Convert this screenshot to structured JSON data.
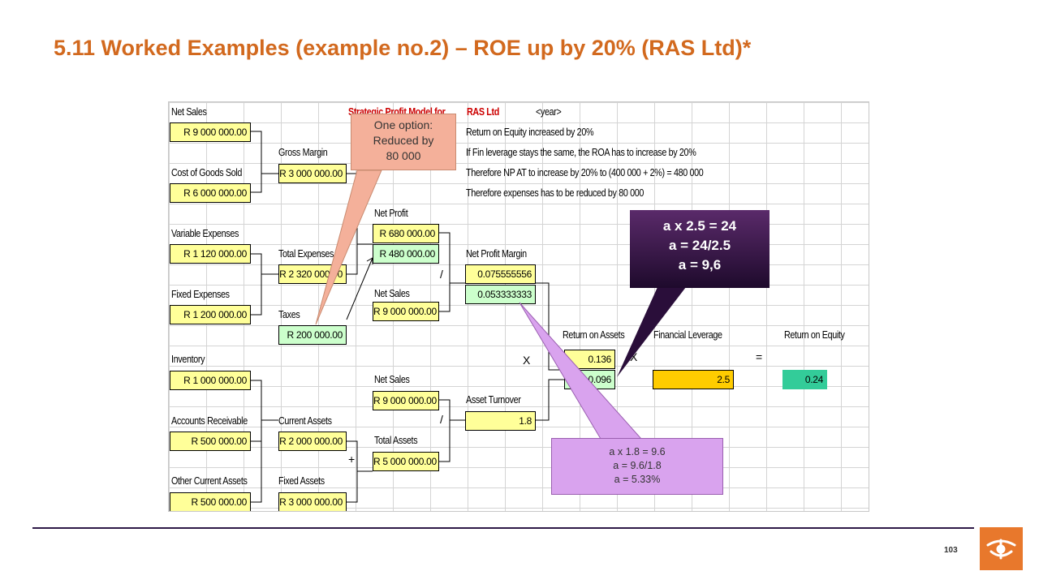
{
  "title": "5.11 Worked Examples (example no.2) – ROE up by 20% (RAS Ltd)*",
  "sheet": {
    "labels": {
      "net_sales": "Net Sales",
      "cost_of_goods_sold": "Cost of Goods Sold",
      "variable_expenses": "Variable Expenses",
      "fixed_expenses": "Fixed Expenses",
      "inventory": "Inventory",
      "accounts_receivable": "Accounts Receivable",
      "other_current_assets": "Other Current Assets",
      "gross_margin": "Gross Margin",
      "total_expenses": "Total Expenses",
      "taxes": "Taxes",
      "current_assets": "Current Assets",
      "fixed_assets": "Fixed Assets",
      "net_profit": "Net Profit",
      "net_sales_2": "Net Sales",
      "net_sales_3": "Net Sales",
      "total_assets": "Total Assets",
      "net_profit_margin": "Net Profit Margin",
      "asset_turnover": "Asset Turnover",
      "return_on_assets": "Return on Assets",
      "financial_leverage": "Financial Leverage",
      "return_on_equity": "Return on Equity"
    },
    "header": {
      "model_title": "Strategic Profit Model for",
      "company": "RAS Ltd",
      "year": "<year>"
    },
    "notes": [
      "Return on Equity increased by 20%",
      "If Fin leverage stays the same, the ROA has to increase by 20%",
      "Therefore NP AT to increase by 20% to (400 000 + 2%) = 480 000",
      "Therefore expenses has to be reduced by 80 000"
    ],
    "values": {
      "net_sales": "R 9 000 000.00",
      "cost_of_goods_sold": "R 6 000 000.00",
      "variable_expenses": "R 1 120 000.00",
      "fixed_expenses": "R 1 200 000.00",
      "inventory": "R 1 000 000.00",
      "accounts_receivable": "R 500 000.00",
      "other_current_assets": "R 500 000.00",
      "gross_margin": "R 3 000 000.00",
      "total_expenses": "R 2 320 000.00",
      "taxes": "R 200 000.00",
      "current_assets": "R 2 000 000.00",
      "fixed_assets": "R 3 000 000.00",
      "net_profit_old": "R 680 000.00",
      "net_profit_new": "R 480 000.00",
      "net_sales_2": "R 9 000 000.00",
      "net_sales_3": "R 9 000 000.00",
      "total_assets": "R 5 000 000.00",
      "npm_old": "0.075555556",
      "npm_new": "0.053333333",
      "asset_turnover": "1.8",
      "roa_old": "0.136",
      "roa_new": "0.096",
      "financial_leverage": "2.5",
      "roe": "0.24"
    },
    "operators": {
      "divide_1": "/",
      "divide_2": "/",
      "plus": "+",
      "times_1": "X",
      "times_2": "X",
      "equals": "="
    }
  },
  "callouts": {
    "reduction": [
      "One option:",
      "Reduced by",
      "80 000"
    ],
    "leverage": [
      "a x 2.5 = 24",
      "a = 24/2.5",
      "a = 9,6"
    ],
    "turnover": [
      "a x 1.8 = 9.6",
      "a = 9.6/1.8",
      "a = 5.33%"
    ]
  },
  "footer": {
    "page_number": "103"
  },
  "colors": {
    "title": "#d2691e",
    "input_cell": "#ffff99",
    "changed_cell": "#ccffcc",
    "leverage_cell": "#ffcc00",
    "roe_cell": "#33cc99",
    "footer_rule": "#2e1a47",
    "logo": "#e8782c"
  }
}
